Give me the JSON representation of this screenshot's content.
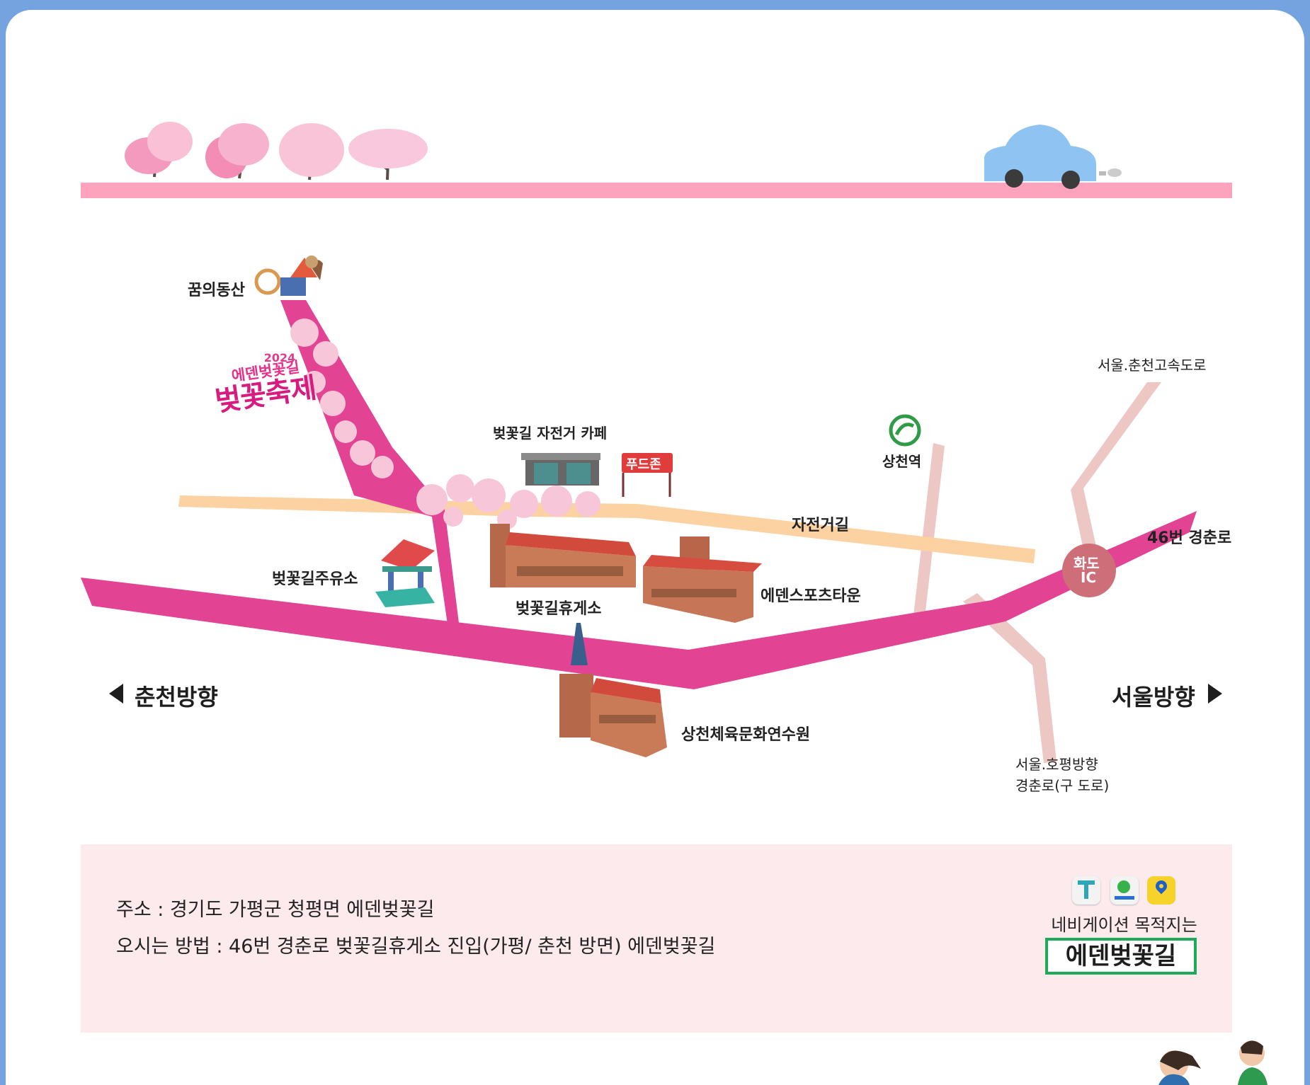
{
  "banner": {
    "colors": {
      "road_pink": "#fda3bd",
      "car_blue": "#8fc4f2",
      "tree_pink": "#f6a9c6"
    },
    "decorations": [
      "cherry-tree-icon",
      "cherry-tree-icon",
      "cherry-tree-icon",
      "cherry-tree-icon",
      "car-icon"
    ]
  },
  "festival_logo": {
    "year": "2024",
    "top": "에덴벚꽃길",
    "main": "벚꽃축제"
  },
  "map": {
    "colors": {
      "main_road": "#e24393",
      "bike_path": "#fdd2a2",
      "highway": "#ecc7c3",
      "ic_badge": "#cd6e79",
      "station": "#2f9b47"
    },
    "places": {
      "dream_hill": "꿈의동산",
      "bike_cafe": "벚꽃길 자전거 카페",
      "food_zone": "푸드존",
      "gas_station": "벚꽃길주유소",
      "rest_area": "벚꽃길휴게소",
      "eden_sports": "에덴스포츠타운",
      "training_center": "상천체육문화연수원",
      "sangcheon_station": "상천역",
      "bike_road": "자전거길",
      "expressway": "서울.춘천고속도로",
      "route46": "46번 경춘로",
      "old_road_line1": "서울.호평방향",
      "old_road_line2": "경춘로(구 도로)",
      "ic_line1": "화도",
      "ic_line2": "IC"
    },
    "directions": {
      "left": "춘천방향",
      "right": "서울방향"
    }
  },
  "info": {
    "address": "주소 : 경기도 가평군 청평면 에덴벚꽃길",
    "route": "오시는 방법 : 46번 경춘로 벚꽃길휴게소 진입(가평/ 춘천 방면) 에덴벚꽃길",
    "nav_caption": "네비게이션 목적지는",
    "nav_destination": "에덴벚꽃길",
    "nav_apps": [
      "tmap-icon",
      "naver-map-icon",
      "kakao-map-icon"
    ]
  }
}
